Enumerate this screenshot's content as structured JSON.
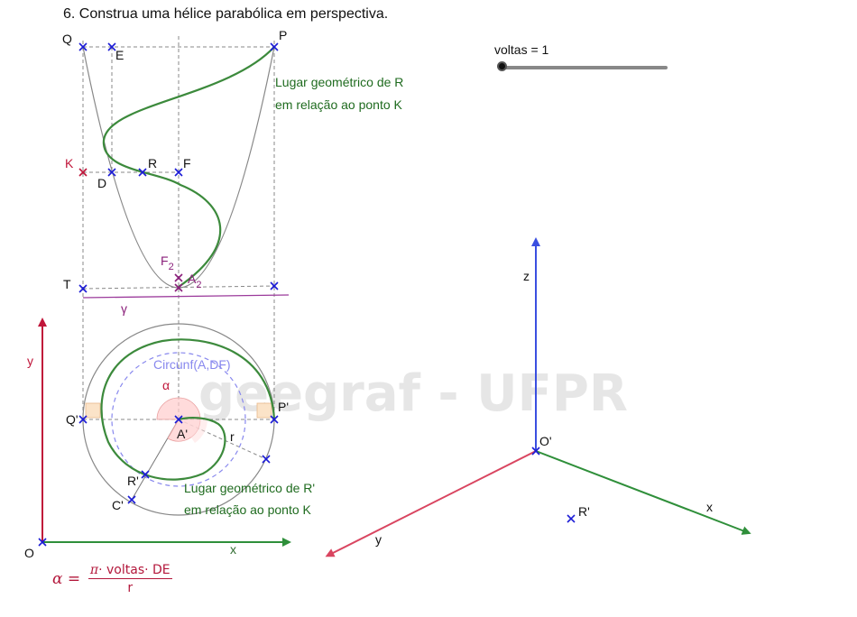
{
  "title": "6. Construa uma hélice parabólica em perspectiva.",
  "slider": {
    "label": "voltas = 1",
    "value": 1
  },
  "watermark": "geegraf - UFPR",
  "formula": {
    "lhs": "α =",
    "pi": "π",
    "numerator_rest": "· voltas· DE",
    "denominator": "r"
  },
  "labels": {
    "Q": "Q",
    "E": "E",
    "P": "P",
    "K": "K",
    "D": "D",
    "R": "R",
    "F": "F",
    "F2": "F",
    "F2_sub": "2",
    "A2": "A",
    "A2_sub": "2",
    "T": "T",
    "gamma": "γ",
    "y_left": "y",
    "x_left": "x",
    "O": "O",
    "circ_label": "Circunf(A,DF)",
    "alpha": "α",
    "Qp": "Q'",
    "Pp": "P'",
    "Ap": "A'",
    "r": "r",
    "Rp": "R'",
    "Cp": "C'",
    "locus_R_line1": "Lugar geométrico de R",
    "locus_R_line2": "em relação ao ponto K",
    "locus_Rp_line1": "Lugar geométrico de R'",
    "locus_Rp_line2": "em relação ao ponto K",
    "z_right": "z",
    "Op_right": "O'",
    "x_right": "x",
    "y_right": "y",
    "Rp_right": "R'"
  },
  "colors": {
    "point": "#1b1bd6",
    "green": "#2f7f2f",
    "label_green": "#1f6b1f",
    "magenta": "#8a1f7a",
    "axis_red": "#c0163a",
    "axis_green": "#2f8f3a",
    "axis_blue": "#3a4fe0",
    "gray": "#777777",
    "dashed_circle": "#8888ee",
    "angle_fill": "#ffcccc"
  }
}
